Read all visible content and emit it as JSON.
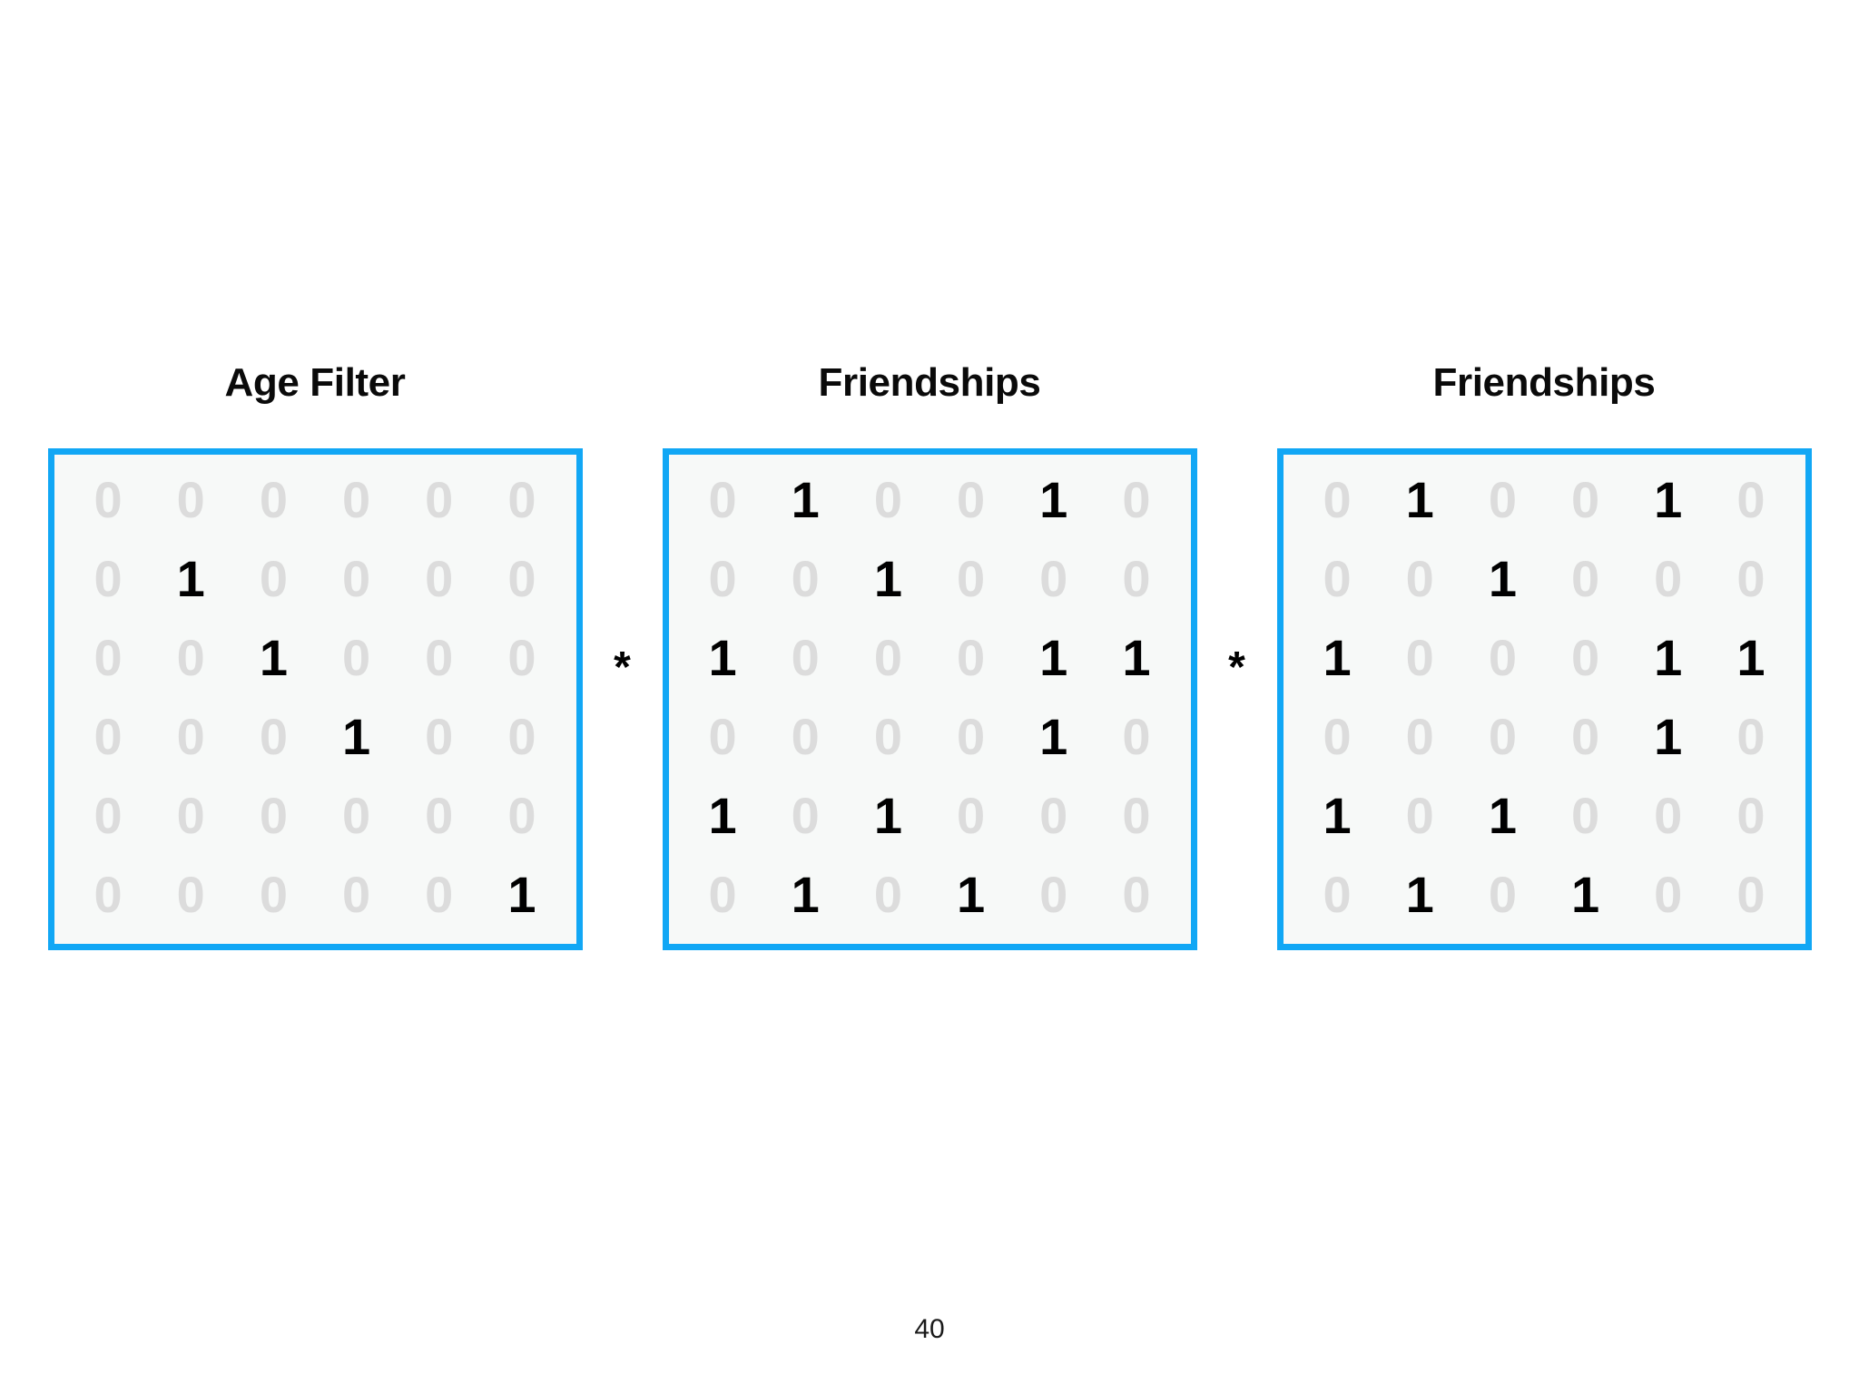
{
  "slide": {
    "page_number": "40",
    "background_color": "#ffffff",
    "accent_color": "#11a7f5",
    "matrix_fill_color": "#f7f9f8",
    "zero_color": "#dcdcdc",
    "one_color": "#000000"
  },
  "operators": [
    {
      "symbol": "*"
    },
    {
      "symbol": "*"
    }
  ],
  "matrices": [
    {
      "title": "Age Filter",
      "rows": [
        [
          "0",
          "0",
          "0",
          "0",
          "0",
          "0"
        ],
        [
          "0",
          "1",
          "0",
          "0",
          "0",
          "0"
        ],
        [
          "0",
          "0",
          "1",
          "0",
          "0",
          "0"
        ],
        [
          "0",
          "0",
          "0",
          "1",
          "0",
          "0"
        ],
        [
          "0",
          "0",
          "0",
          "0",
          "0",
          "0"
        ],
        [
          "0",
          "0",
          "0",
          "0",
          "0",
          "1"
        ]
      ]
    },
    {
      "title": "Friendships",
      "rows": [
        [
          "0",
          "1",
          "0",
          "0",
          "1",
          "0"
        ],
        [
          "0",
          "0",
          "1",
          "0",
          "0",
          "0"
        ],
        [
          "1",
          "0",
          "0",
          "0",
          "1",
          "1"
        ],
        [
          "0",
          "0",
          "0",
          "0",
          "1",
          "0"
        ],
        [
          "1",
          "0",
          "1",
          "0",
          "0",
          "0"
        ],
        [
          "0",
          "1",
          "0",
          "1",
          "0",
          "0"
        ]
      ]
    },
    {
      "title": "Friendships",
      "rows": [
        [
          "0",
          "1",
          "0",
          "0",
          "1",
          "0"
        ],
        [
          "0",
          "0",
          "1",
          "0",
          "0",
          "0"
        ],
        [
          "1",
          "0",
          "0",
          "0",
          "1",
          "1"
        ],
        [
          "0",
          "0",
          "0",
          "0",
          "1",
          "0"
        ],
        [
          "1",
          "0",
          "1",
          "0",
          "0",
          "0"
        ],
        [
          "0",
          "1",
          "0",
          "1",
          "0",
          "0"
        ]
      ]
    }
  ]
}
